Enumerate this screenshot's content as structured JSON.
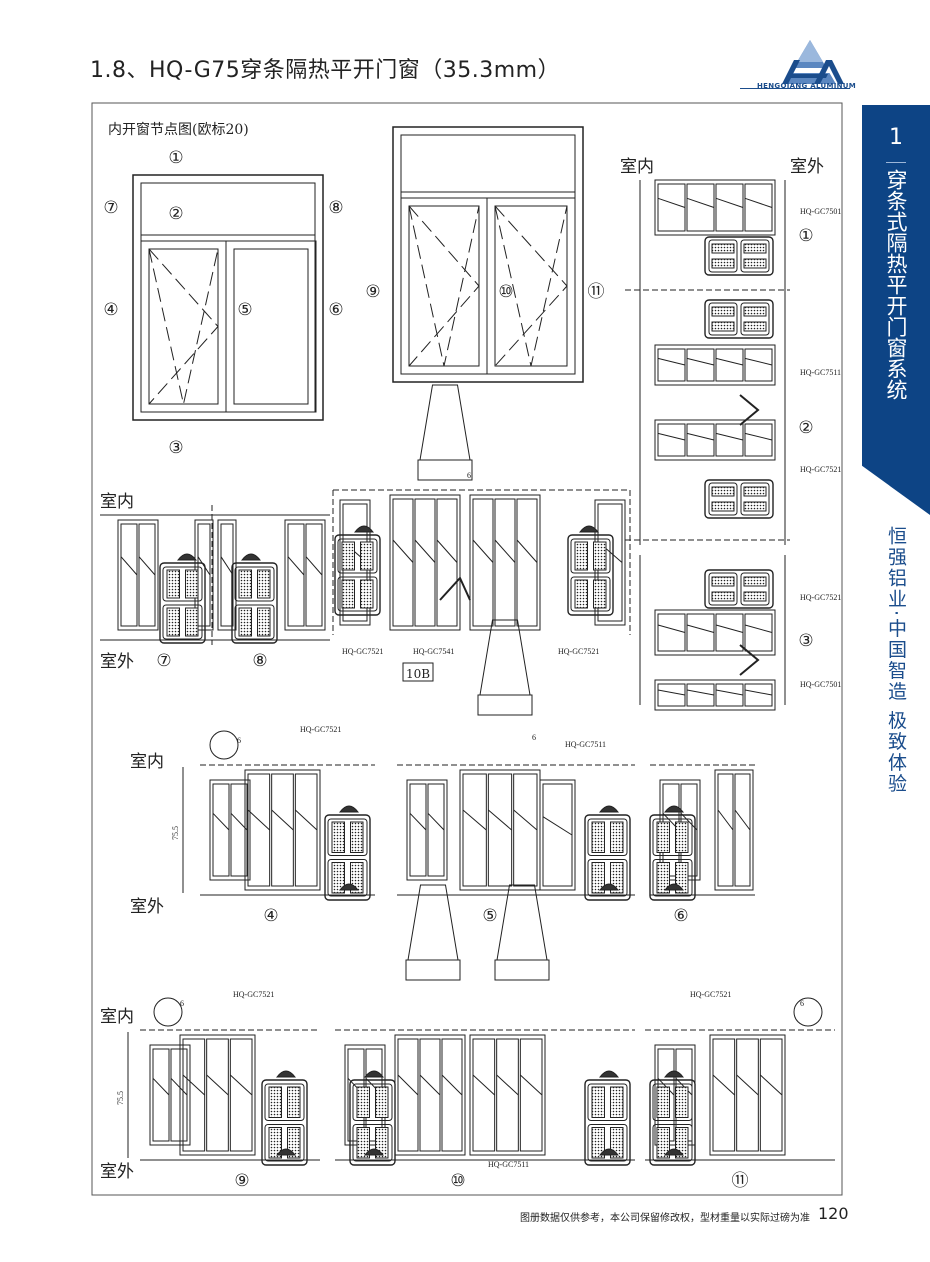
{
  "header": {
    "title": "1.8、HQ-G75穿条隔热平开门窗（35.3mm）",
    "logo_text": "HENGQIANG ALUMINUM"
  },
  "sidebar": {
    "number": "1",
    "title": "穿条式隔热平开门窗系统",
    "tagline": "恒强铝业·中国智造 极致体验"
  },
  "drawing": {
    "heading": "内开窗节点图(欧标20)",
    "indoor": "室内",
    "outdoor": "室外",
    "dimension_gap": "6",
    "dimension_height": "75.5",
    "node_labels": [
      "①",
      "②",
      "③",
      "④",
      "⑤",
      "⑥",
      "⑦",
      "⑧",
      "⑨",
      "⑩",
      "⑪"
    ],
    "section_10b": "10B",
    "codes": {
      "c7501": "HQ-GC7501",
      "c7511": "HQ-GC7511",
      "c7521": "HQ-GC7521",
      "c7541": "HQ-GC7541"
    }
  },
  "footer": {
    "note": "图册数据仅供参考，本公司保留修改权，型材重量以实际过磅为准",
    "page": "120"
  },
  "colors": {
    "brand": "#0d4485"
  }
}
